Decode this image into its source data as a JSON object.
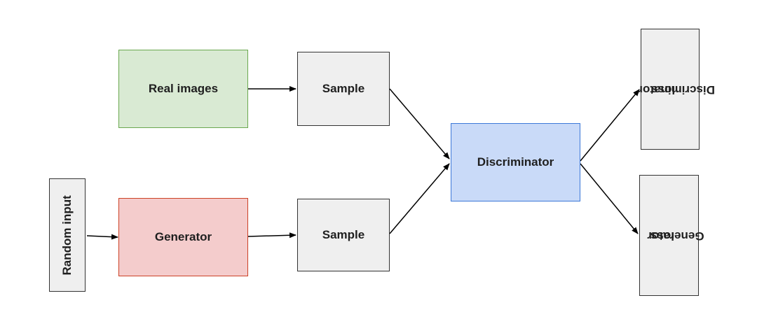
{
  "nodes": {
    "real_images": "Real images",
    "sample_top": "Sample",
    "random_input": "Random input",
    "generator": "Generator",
    "sample_bottom": "Sample",
    "discriminator": "Discriminator",
    "discriminator_loss": {
      "line1": "Discriminator",
      "line2": "loss"
    },
    "generator_loss": {
      "line1": "Generator",
      "line2": "loss"
    }
  },
  "edges": [
    {
      "from": "real_images",
      "to": "sample_top"
    },
    {
      "from": "random_input",
      "to": "generator"
    },
    {
      "from": "generator",
      "to": "sample_bottom"
    },
    {
      "from": "sample_top",
      "to": "discriminator"
    },
    {
      "from": "sample_bottom",
      "to": "discriminator"
    },
    {
      "from": "discriminator",
      "to": "discriminator_loss"
    },
    {
      "from": "discriminator",
      "to": "generator_loss"
    }
  ],
  "colors": {
    "real_images_fill": "#d9ead3",
    "generator_fill": "#f4cccc",
    "discriminator_fill": "#c9daf8",
    "default_fill": "#efefef"
  }
}
